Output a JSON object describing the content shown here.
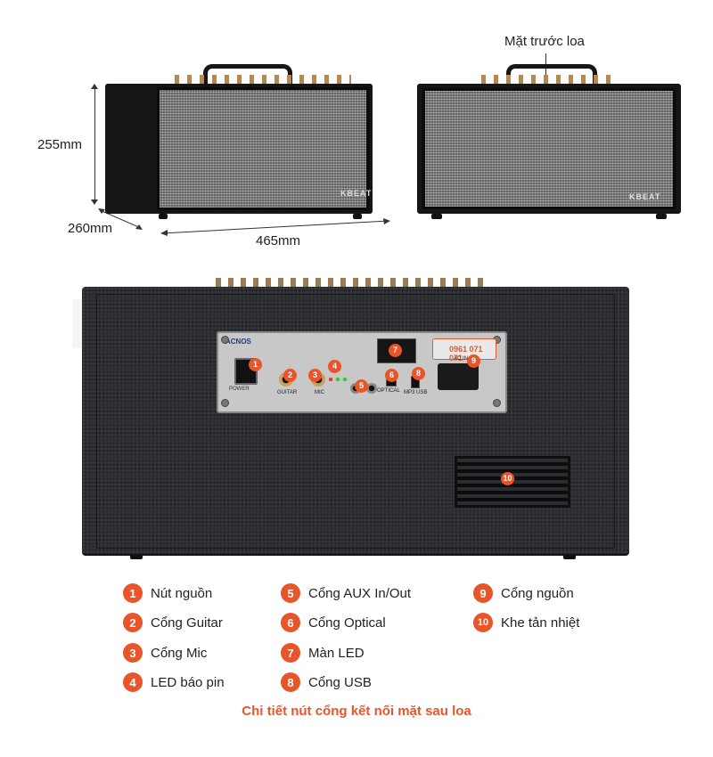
{
  "dimensions": {
    "height": "255mm",
    "depth": "260mm",
    "width": "465mm"
  },
  "front_label": "Mặt trước loa",
  "brand_mark": "KBEAT",
  "panel": {
    "brand": "ACNOS",
    "power_label": "POWER",
    "guitar_label": "GUITAR",
    "mic_label": "MIC",
    "optical_label": "OPTICAL",
    "usb_label": "MP3 USB",
    "ac_label": "AC IN",
    "hotline": "0961 071 071"
  },
  "badges": [
    "1",
    "2",
    "3",
    "4",
    "5",
    "6",
    "7",
    "8",
    "9",
    "10"
  ],
  "legend": [
    {
      "num": "1",
      "label": "Nút nguồn"
    },
    {
      "num": "2",
      "label": "Cổng Guitar"
    },
    {
      "num": "3",
      "label": "Cổng Mic"
    },
    {
      "num": "4",
      "label": "LED báo pin"
    },
    {
      "num": "5",
      "label": "Cổng AUX In/Out"
    },
    {
      "num": "6",
      "label": "Cổng Optical"
    },
    {
      "num": "7",
      "label": "Màn LED"
    },
    {
      "num": "8",
      "label": "Cổng USB"
    },
    {
      "num": "9",
      "label": "Cổng nguồn"
    },
    {
      "num": "10",
      "label": "Khe tản nhiệt"
    }
  ],
  "caption": "Chi tiết nút cổng kết nối mặt sau loa",
  "colors": {
    "accent": "#e8552a",
    "speaker_body": "#151515",
    "grill": "#8e8e8e",
    "back_panel": "#2a2c30"
  }
}
